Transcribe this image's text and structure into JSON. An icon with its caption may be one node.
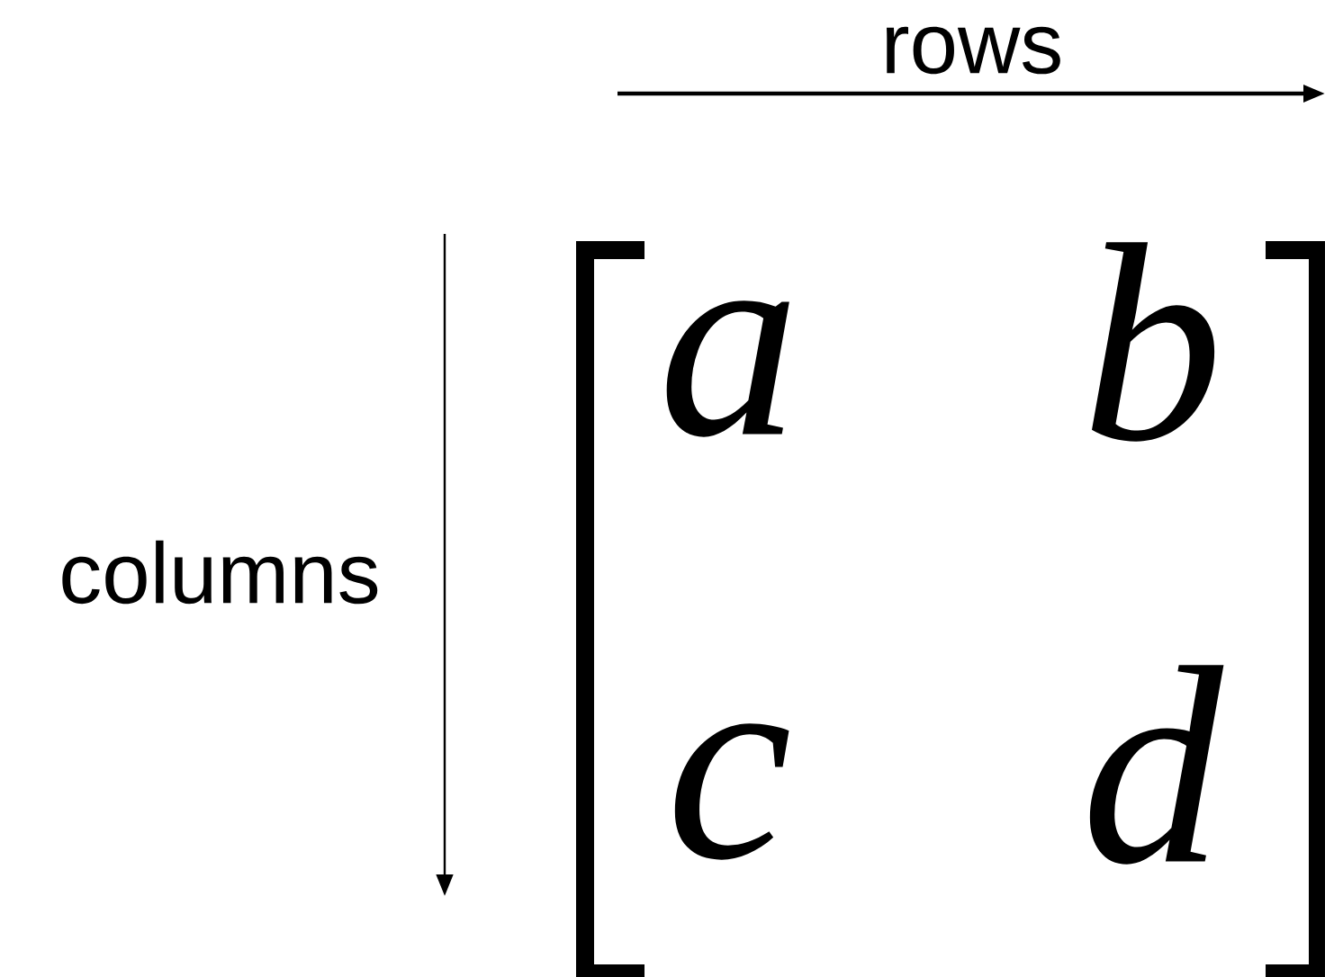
{
  "diagram": {
    "labels": [
      "rows",
      "columns",
      "a",
      "b",
      "c",
      "d"
    ]
  }
}
